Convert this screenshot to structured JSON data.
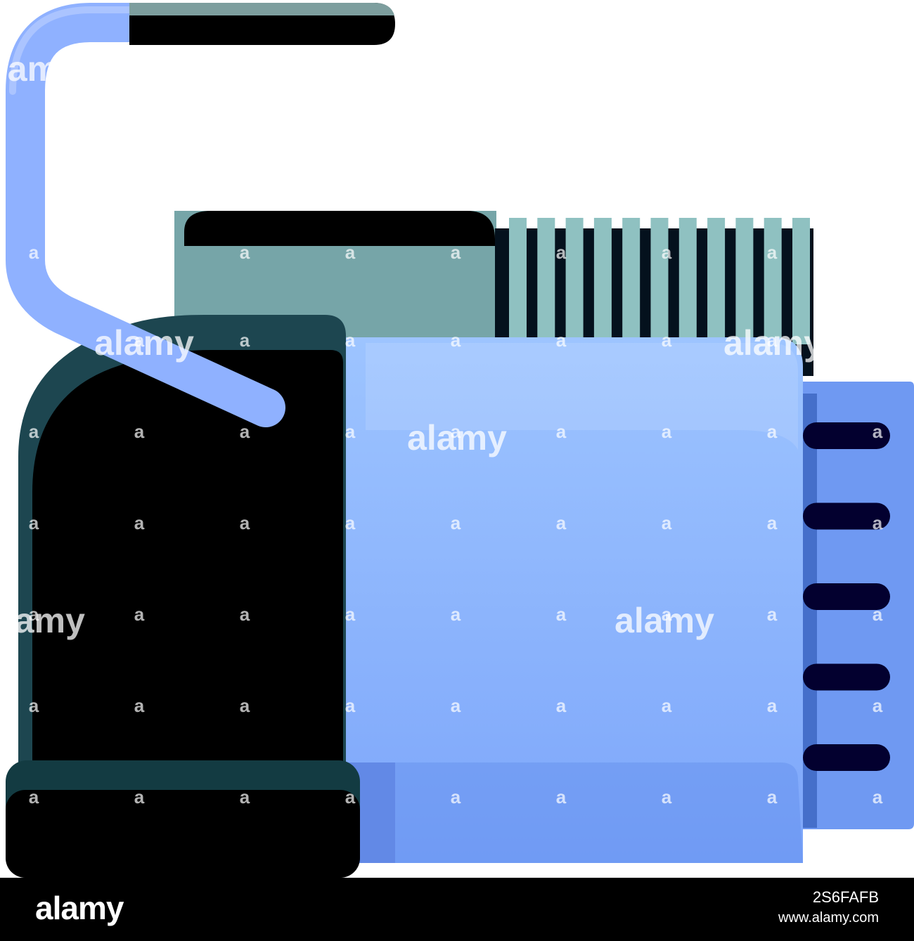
{
  "image": {
    "subject": "air-compressor-illustration",
    "colors": {
      "background": "#ffffff",
      "hose_light": "#8fb1ff",
      "hose_dark": "#000000",
      "tank_body": "#000000",
      "tank_outline": "#1d4650",
      "tank_base": "#133b42",
      "back_panel": "#76a5a8",
      "fins_light": "#8fc1c1",
      "fins_dark": "#04111d",
      "front_panel_top": "#9dc4ff",
      "front_panel_bottom": "#7da6fa",
      "front_panel_edge": "#6289e6",
      "side_panel": "#6f99f2",
      "side_panel_shadow": "#456fca",
      "slots": "#03002f"
    },
    "watermark": {
      "word": "alamy",
      "letter": "a"
    }
  },
  "footer": {
    "logo_text": "alamy",
    "image_id": "2S6FAFB",
    "site": "www.alamy.com"
  }
}
